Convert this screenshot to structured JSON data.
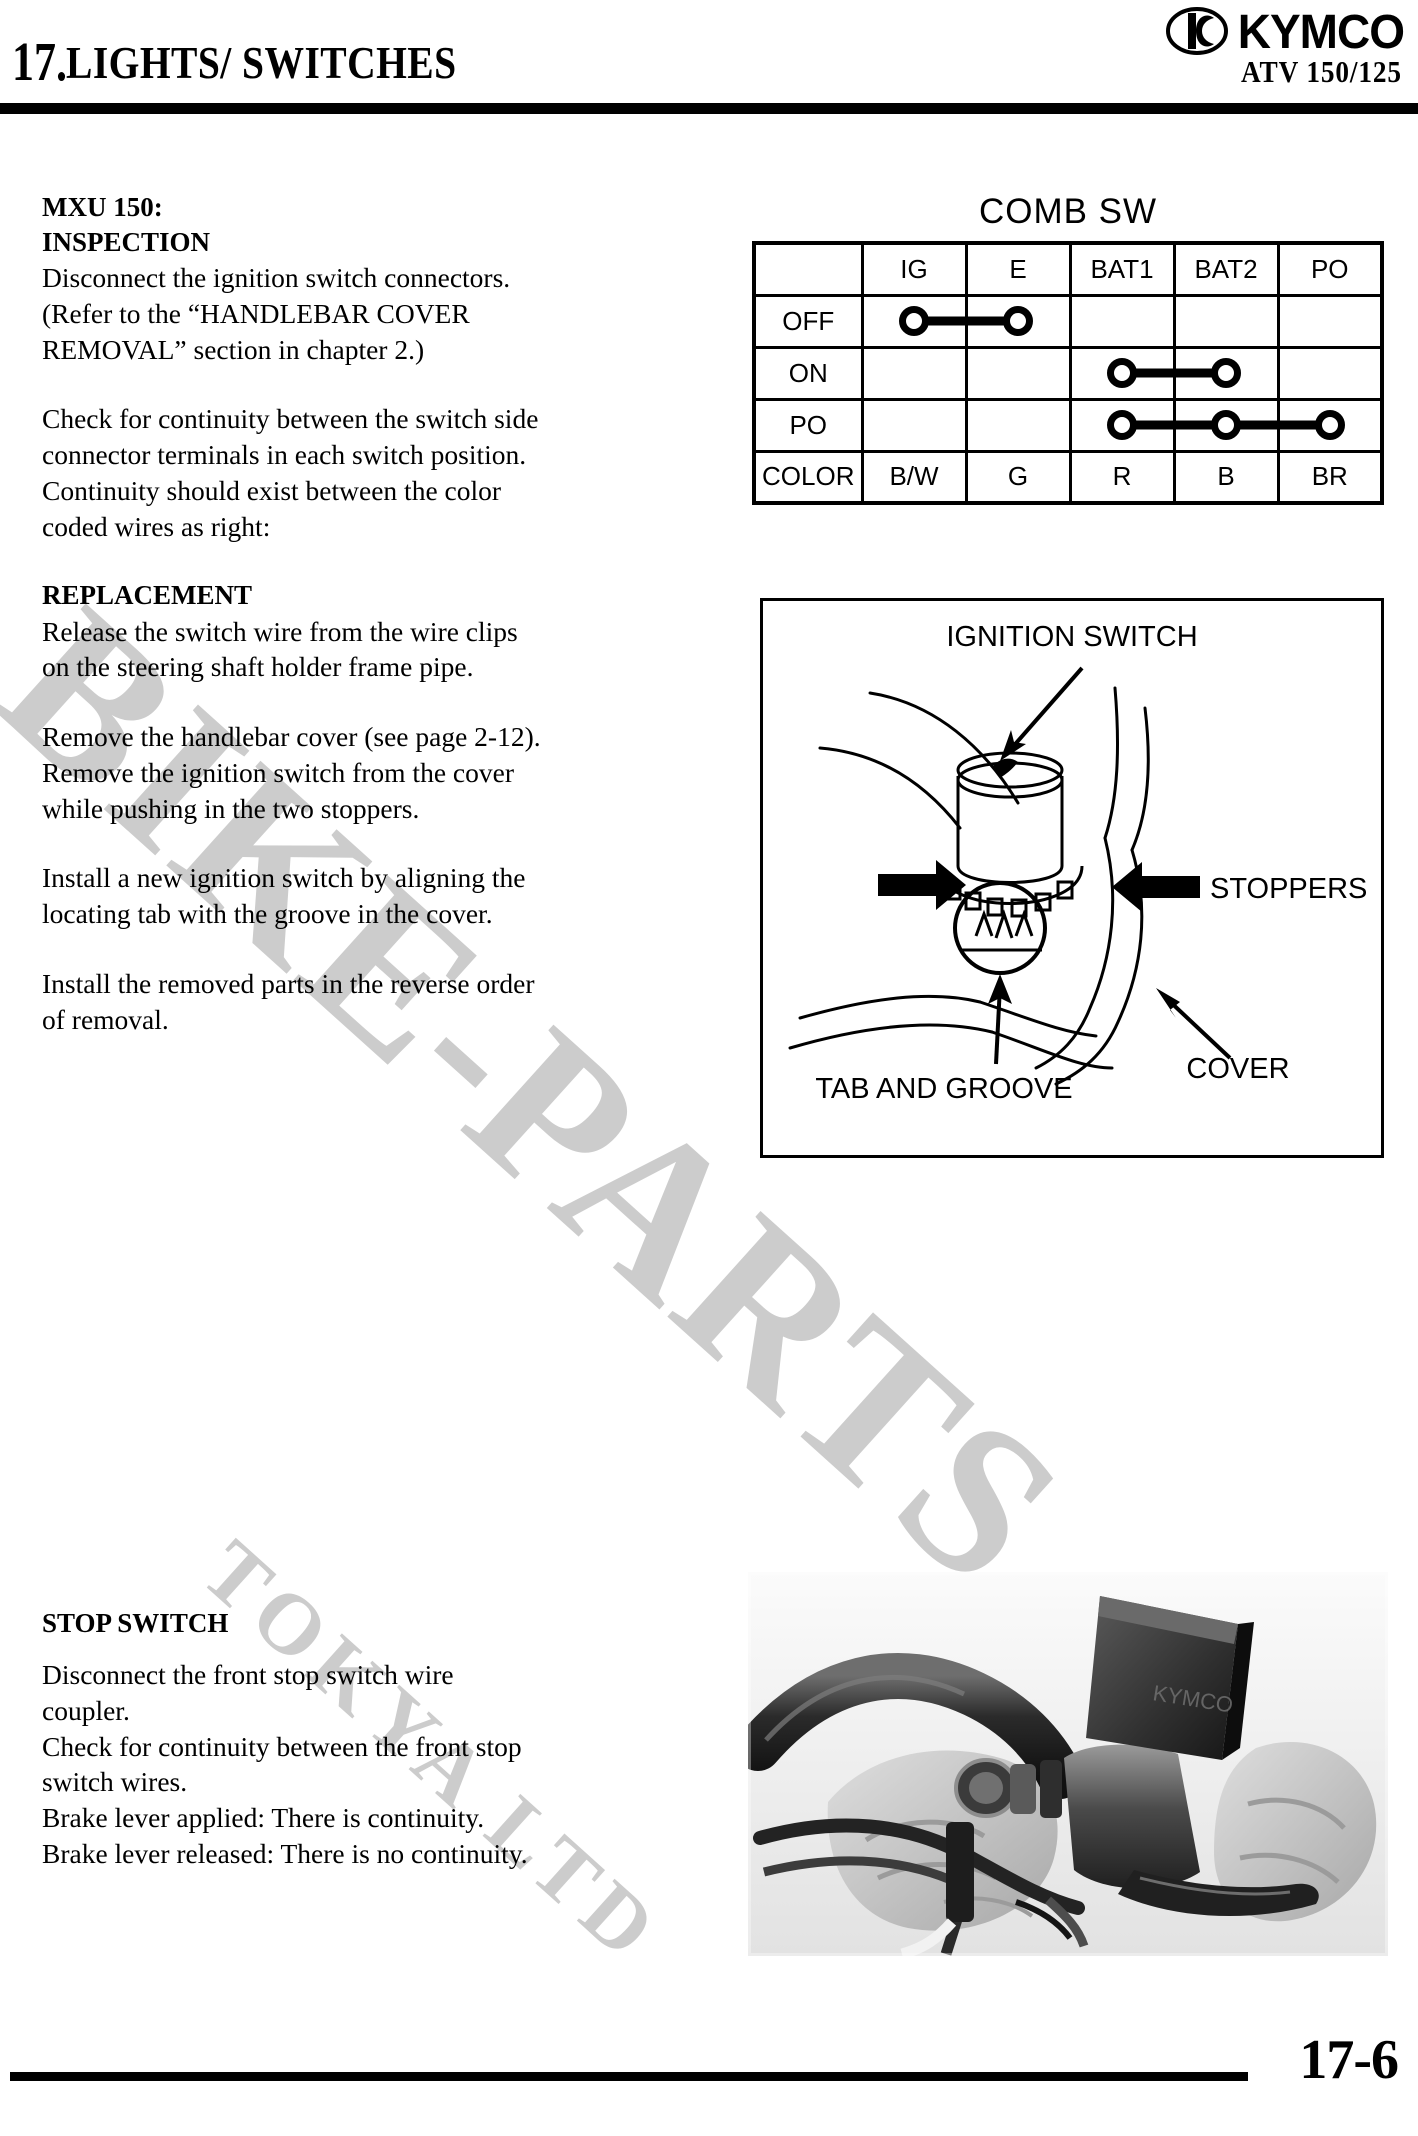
{
  "header": {
    "chapter_number": "17.",
    "chapter_title": "LIGHTS/ SWITCHES",
    "brand": "KYMCO",
    "model": "ATV 150/125"
  },
  "watermark": {
    "main": "BIKE-PARTS",
    "sub": "TOKYA LTD"
  },
  "body": {
    "model_heading": "MXU 150:",
    "inspection_heading": "INSPECTION",
    "inspection_p1": "Disconnect the ignition switch connectors. (Refer to the “HANDLEBAR COVER REMOVAL” section in chapter 2.)",
    "inspection_p2": "Check for continuity between the switch side connector terminals in each switch position.",
    "inspection_p3": "Continuity should exist between the color coded wires as right:",
    "replacement_heading": "REPLACEMENT",
    "replacement_p1": "Release the switch wire from the wire clips on the steering shaft holder frame pipe.",
    "replacement_p2": "Remove the handlebar cover (see page 2-12).",
    "replacement_p3": "Remove the ignition switch from the cover while pushing in the two stoppers.",
    "replacement_p4": "Install a new ignition switch by aligning the locating tab with the groove in the cover.",
    "replacement_p5": "Install the removed parts in the reverse order of removal."
  },
  "comb_sw": {
    "title": "COMB SW",
    "columns": [
      "",
      "IG",
      "E",
      "BAT1",
      "BAT2",
      "PO"
    ],
    "rows": [
      {
        "label": "OFF",
        "connected": [
          "IG",
          "E"
        ]
      },
      {
        "label": "ON",
        "connected": [
          "BAT1",
          "BAT2"
        ]
      },
      {
        "label": "PO",
        "connected": [
          "BAT1",
          "BAT2",
          "PO"
        ]
      }
    ],
    "color_row_label": "COLOR",
    "colors": [
      "B/W",
      "G",
      "R",
      "B",
      "BR"
    ]
  },
  "illustration": {
    "labels": {
      "ignition_switch": "IGNITION SWITCH",
      "stoppers": "STOPPERS",
      "cover": "COVER",
      "tab_and_groove": "TAB AND GROOVE"
    }
  },
  "stop_switch": {
    "heading": "STOP SWITCH",
    "p1": "Disconnect the front stop switch wire coupler.",
    "p2": "Check for continuity between the front stop switch wires.",
    "p3": "Brake lever applied: There is continuity.",
    "p4": "Brake lever released: There is no continuity."
  },
  "footer": {
    "page_number": "17-6"
  }
}
